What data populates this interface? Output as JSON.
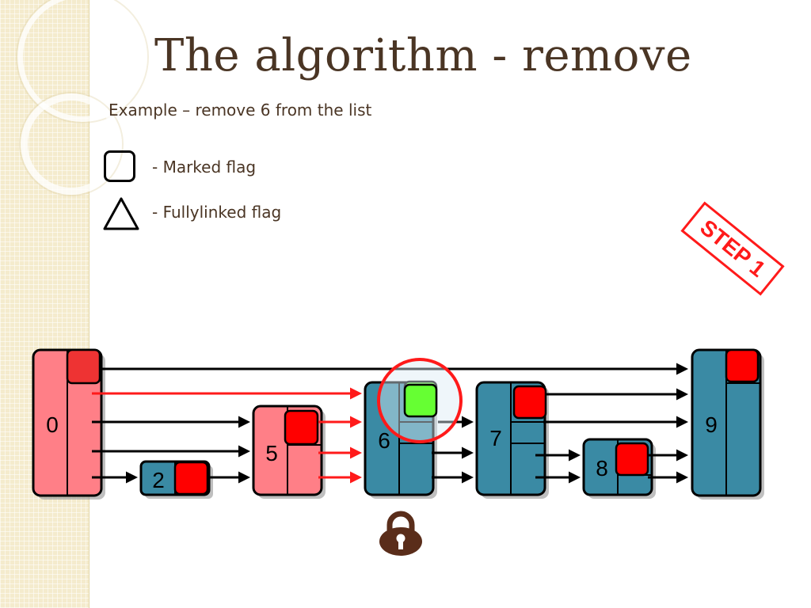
{
  "slide": {
    "title": "The algorithm - remove",
    "subtitle": "Example – remove 6 from the list",
    "legend": {
      "marked": "- Marked flag",
      "fullylinked": "- Fullylinked flag"
    },
    "step": "STEP 1"
  },
  "colors": {
    "title_text": "#4a3524",
    "pink_node": "#ff7f87",
    "teal_node": "#3a8aa4",
    "red_flag": "#ff0000",
    "green_flag": "#66ff33",
    "red_link": "#ff1a1a",
    "lock": "#5a2d1a"
  },
  "diagram": {
    "nodes": [
      {
        "key": "0",
        "label": "0",
        "color": "pink"
      },
      {
        "key": "2",
        "label": "2",
        "color": "teal"
      },
      {
        "key": "5",
        "label": "5",
        "color": "pink"
      },
      {
        "key": "6",
        "label": "6",
        "color": "teal",
        "flag": "green"
      },
      {
        "key": "7",
        "label": "7",
        "color": "teal"
      },
      {
        "key": "8",
        "label": "8",
        "color": "teal"
      },
      {
        "key": "9",
        "label": "9",
        "color": "teal"
      }
    ],
    "lock_icon": "lock-icon",
    "highlight": "circle around node 6 flag"
  }
}
